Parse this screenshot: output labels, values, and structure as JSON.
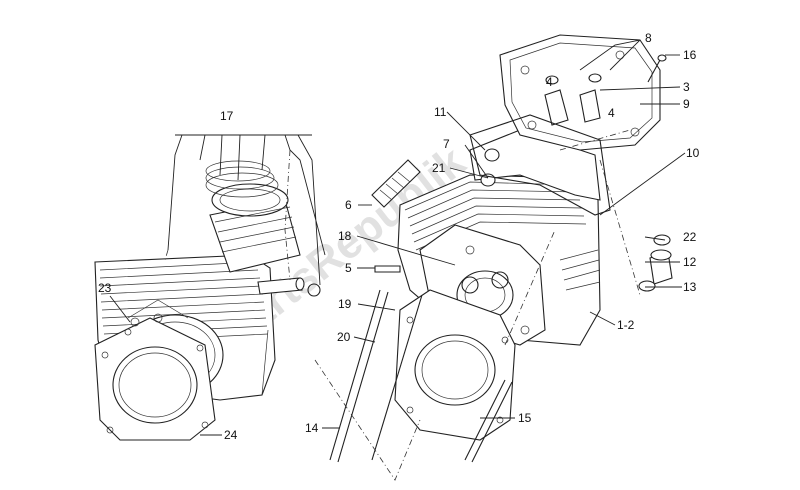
{
  "watermark": "PartsRepublik",
  "callouts": [
    {
      "id": "c1",
      "text": "17"
    },
    {
      "id": "c2",
      "text": "8"
    },
    {
      "id": "c3",
      "text": "16"
    },
    {
      "id": "c4",
      "text": "3"
    },
    {
      "id": "c5",
      "text": "4"
    },
    {
      "id": "c6",
      "text": "4"
    },
    {
      "id": "c7",
      "text": "9"
    },
    {
      "id": "c8",
      "text": "11"
    },
    {
      "id": "c9",
      "text": "7"
    },
    {
      "id": "c10",
      "text": "10"
    },
    {
      "id": "c11",
      "text": "21"
    },
    {
      "id": "c12",
      "text": "6"
    },
    {
      "id": "c13",
      "text": "18"
    },
    {
      "id": "c14",
      "text": "22"
    },
    {
      "id": "c15",
      "text": "5"
    },
    {
      "id": "c16",
      "text": "12"
    },
    {
      "id": "c17",
      "text": "13"
    },
    {
      "id": "c18",
      "text": "23"
    },
    {
      "id": "c19",
      "text": "19"
    },
    {
      "id": "c20",
      "text": "1-2"
    },
    {
      "id": "c21",
      "text": "20"
    },
    {
      "id": "c22",
      "text": "24"
    },
    {
      "id": "c23",
      "text": "14"
    },
    {
      "id": "c24",
      "text": "15"
    }
  ]
}
